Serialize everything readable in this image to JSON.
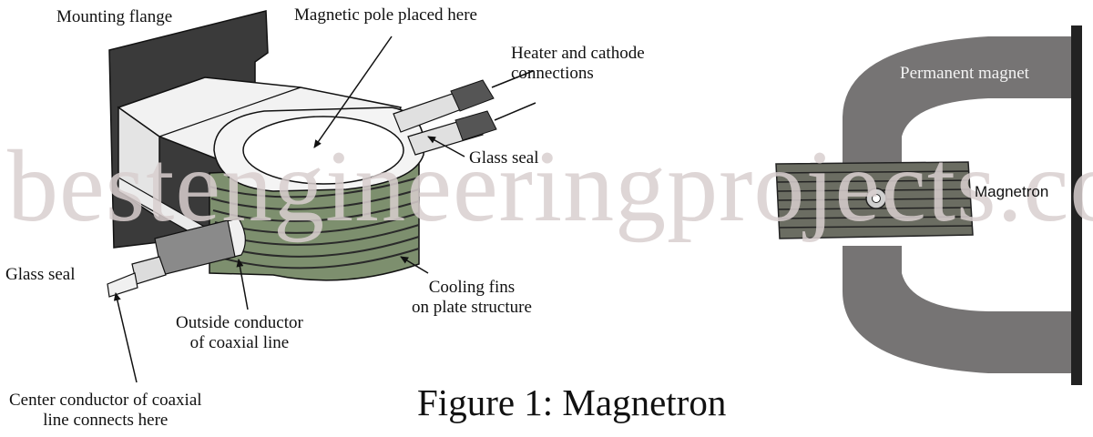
{
  "labels": {
    "mounting_flange": "Mounting flange",
    "magnetic_pole": "Magnetic pole placed here",
    "heater_cathode": "Heater and cathode\nconnections",
    "glass_seal_right": "Glass seal",
    "glass_seal_left": "Glass seal",
    "cooling_fins": "Cooling fins\non plate structure",
    "outside_conductor": "Outside conductor\nof coaxial line",
    "center_conductor": "Center conductor of coaxial\nline connects here",
    "permanent_magnet": "Permanent magnet",
    "magnetron": "Magnetron"
  },
  "caption": "Figure 1: Magnetron",
  "watermark": "bestengineeringprojects.com",
  "colors": {
    "magnet": "#767474",
    "fins": "#7d8f6e",
    "flange": "#3a3a3a",
    "magnetron_block": "#6b6d62"
  }
}
